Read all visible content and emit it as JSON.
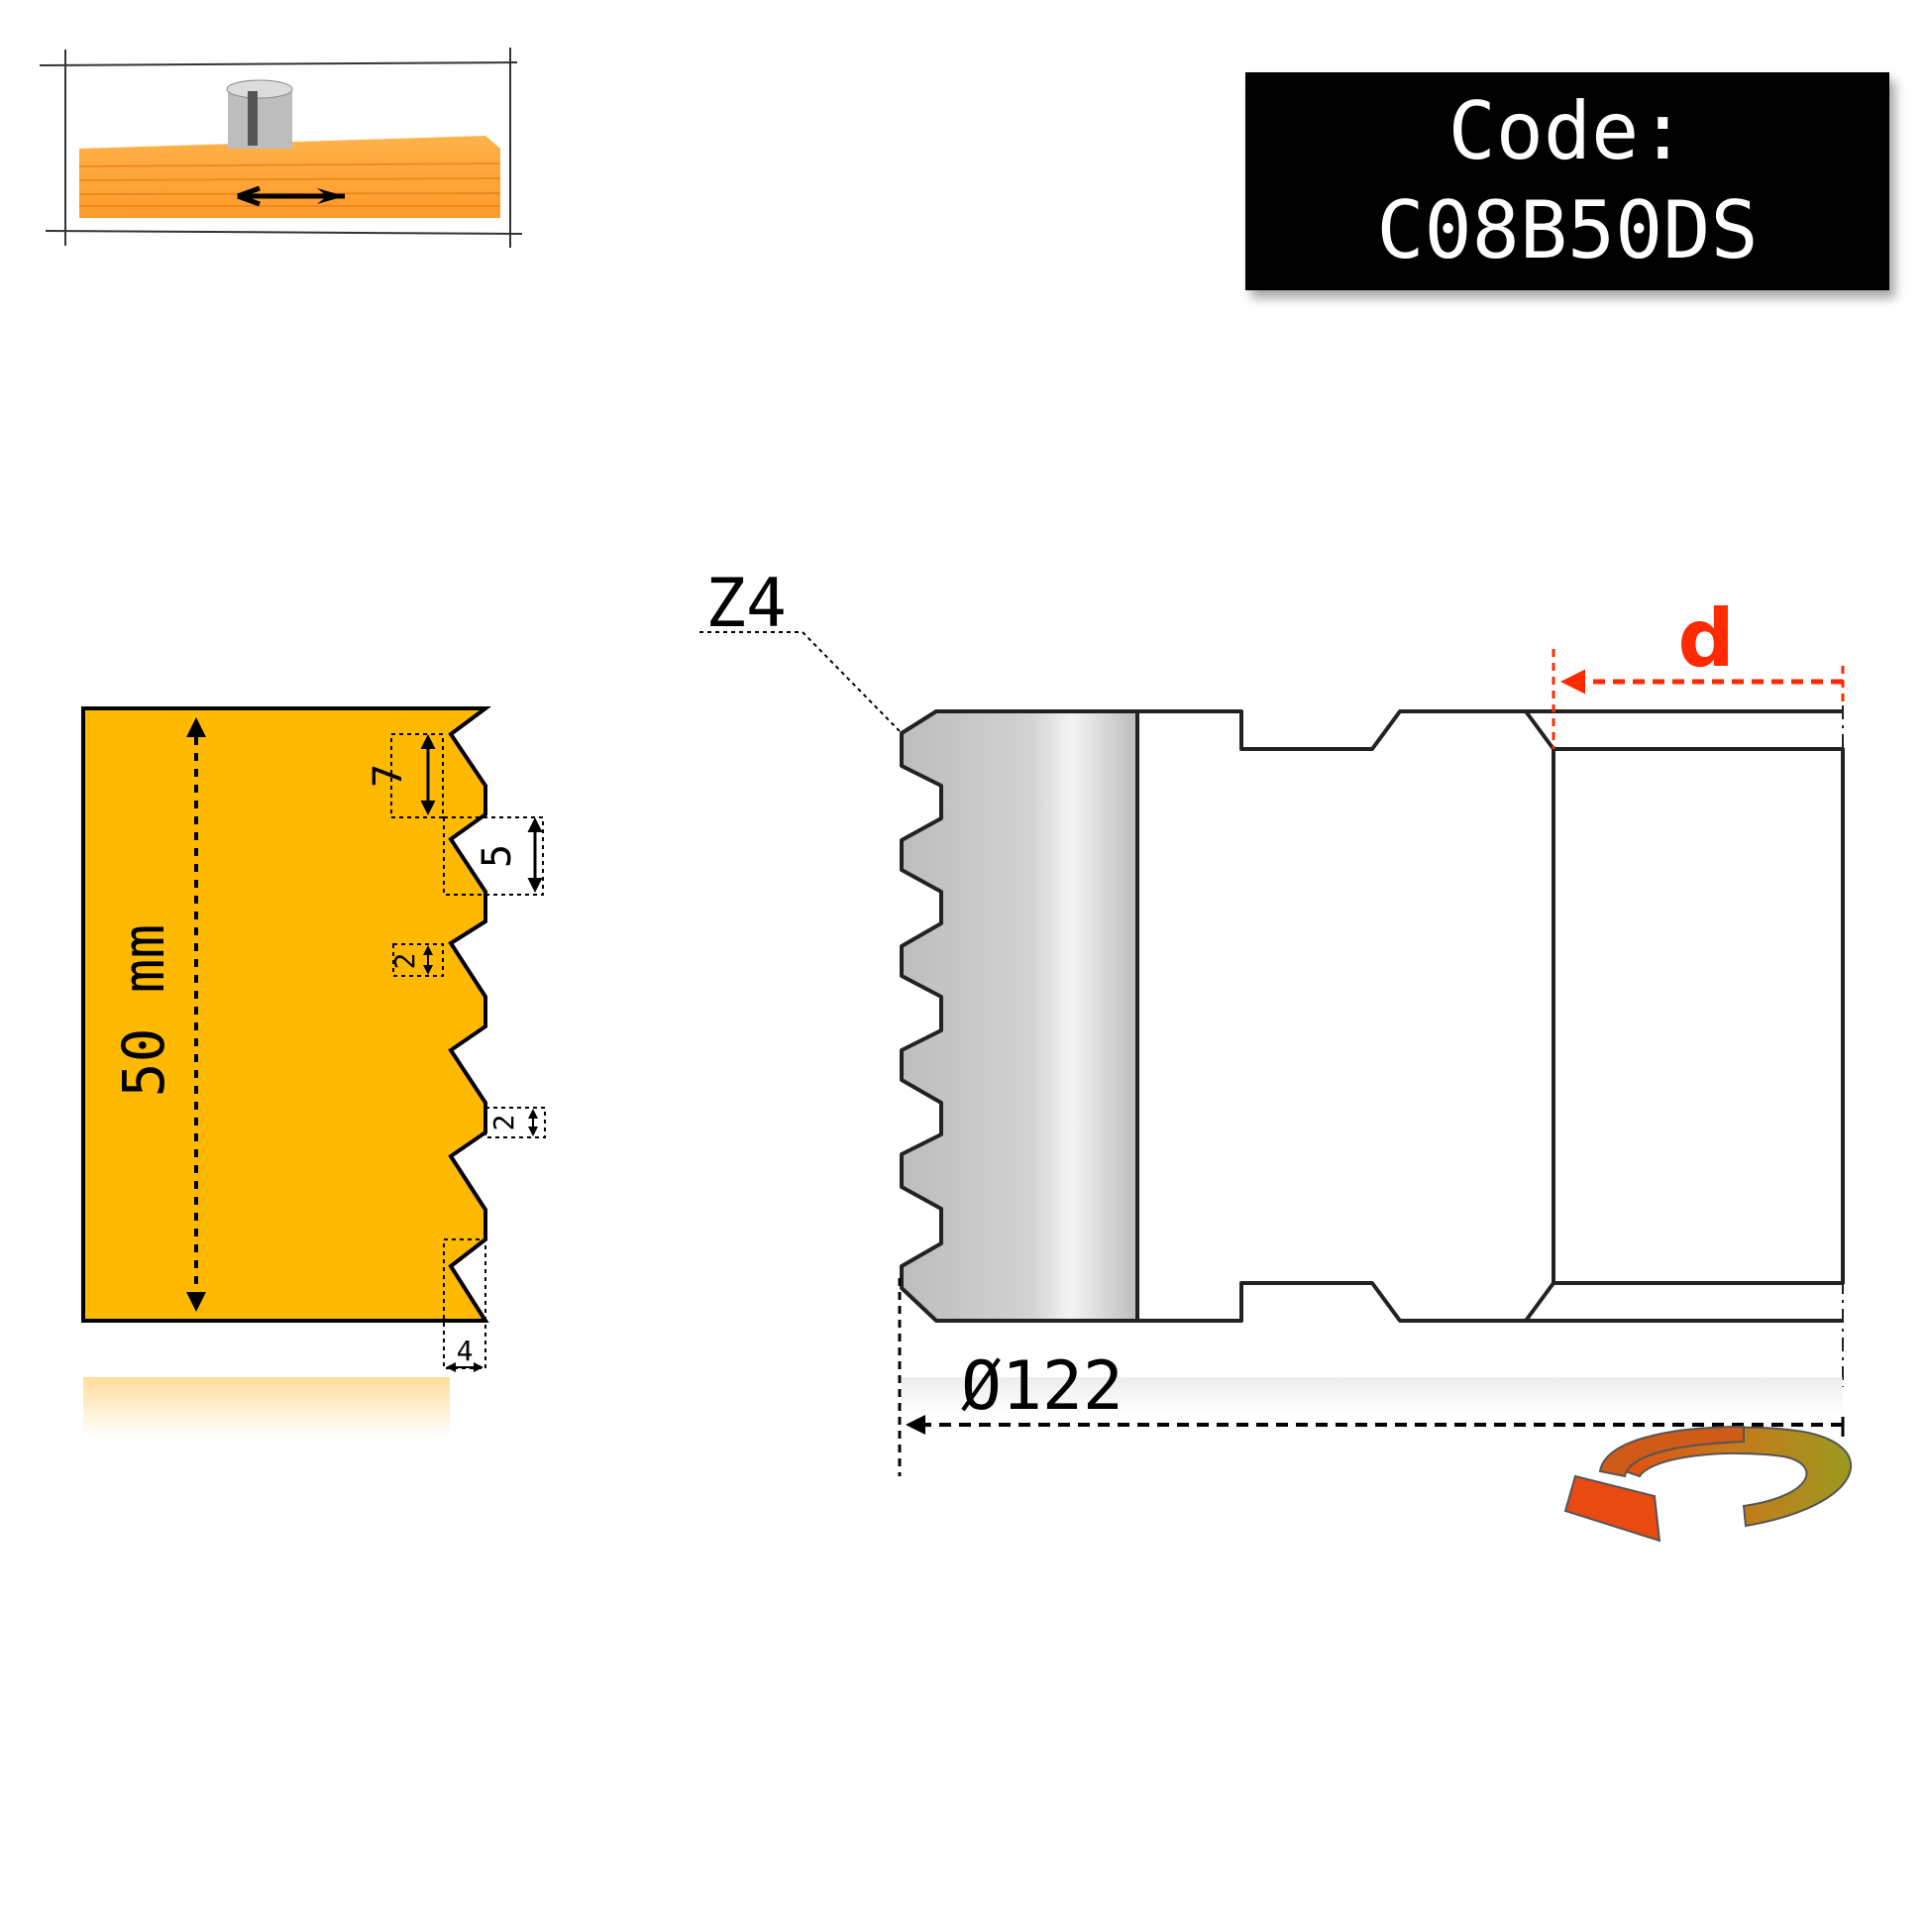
{
  "code_box": {
    "label": "Code:",
    "value": "C08B50DS"
  },
  "profile": {
    "height_label": "50 mm",
    "dims": {
      "d7": "7",
      "d5": "5",
      "d2a": "2",
      "d2b": "2",
      "d4": "4"
    }
  },
  "cutter": {
    "teeth_label": "Z4",
    "bore_label": "d",
    "diameter_label": "Ø122"
  },
  "colors": {
    "profile_fill": "#ffb900",
    "bore_accent": "#ff2a00",
    "wood": "#ffa733",
    "cutter_steel": "#c8c8c8"
  },
  "icons": [
    "workpiece-feed-icon",
    "rotation-direction-icon"
  ]
}
